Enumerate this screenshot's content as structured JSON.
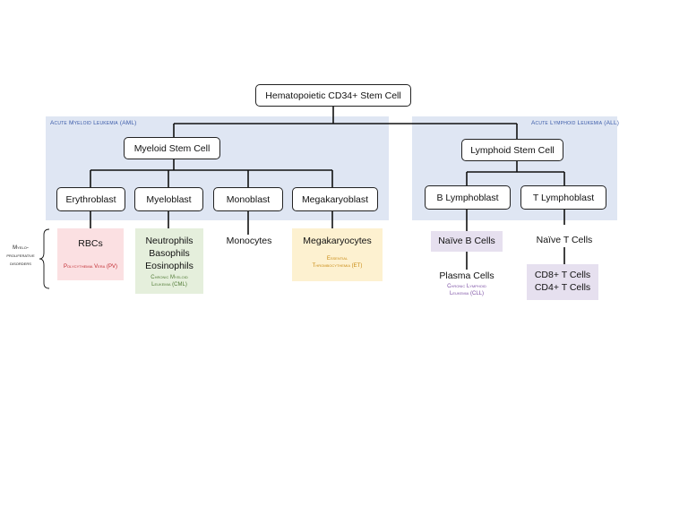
{
  "root": "Hematopoietic CD34+ Stem Cell",
  "regions": {
    "myeloid": "Acute Myeloid Leukemia (AML)",
    "lymphoid": "Acute Lymphoid Leukemia (ALL)"
  },
  "stem_cells": {
    "myeloid": "Myeloid Stem Cell",
    "lymphoid": "Lymphoid Stem Cell"
  },
  "blasts": {
    "erythroblast": "Erythroblast",
    "myeloblast": "Myeloblast",
    "monoblast": "Monoblast",
    "megakaryoblast": "Megakaryoblast",
    "b_lymphoblast": "B Lymphoblast",
    "t_lymphoblast": "T Lymphoblast"
  },
  "mature": {
    "rbcs": "RBCs",
    "rbcs_disease": "Polycythemia Vera (PV)",
    "granulocytes": [
      "Neutrophils",
      "Basophils",
      "Eosinophils"
    ],
    "granulocytes_disease": [
      "Chronic Myeloid",
      "Leukemia (CML)"
    ],
    "monocytes": "Monocytes",
    "megakaryocytes": "Megakaryocytes",
    "megakaryocytes_disease": [
      "Essential",
      "Thrombocythemia (ET)"
    ],
    "naive_b": "Naïve B Cells",
    "plasma": "Plasma Cells",
    "plasma_disease": [
      "Chronic Lymphoid",
      "Leukemia (CLL)"
    ],
    "naive_t": "Naïve T Cells",
    "t_subsets": [
      "CD8+ T Cells",
      "CD4+ T Cells"
    ]
  },
  "side_label": [
    "Myelo-",
    "proliferative",
    "disorders"
  ],
  "colors": {
    "region": "#dfe6f3",
    "region_label": "#3a5aa8",
    "pink": "#fbe0e2",
    "green": "#e5efdc",
    "yellow": "#fdf1d0",
    "lavender": "#e6e0ef",
    "pv_text": "#c0282e",
    "cml_text": "#4f7a34",
    "et_text": "#c98a12",
    "cll_text": "#7b4ea3"
  }
}
